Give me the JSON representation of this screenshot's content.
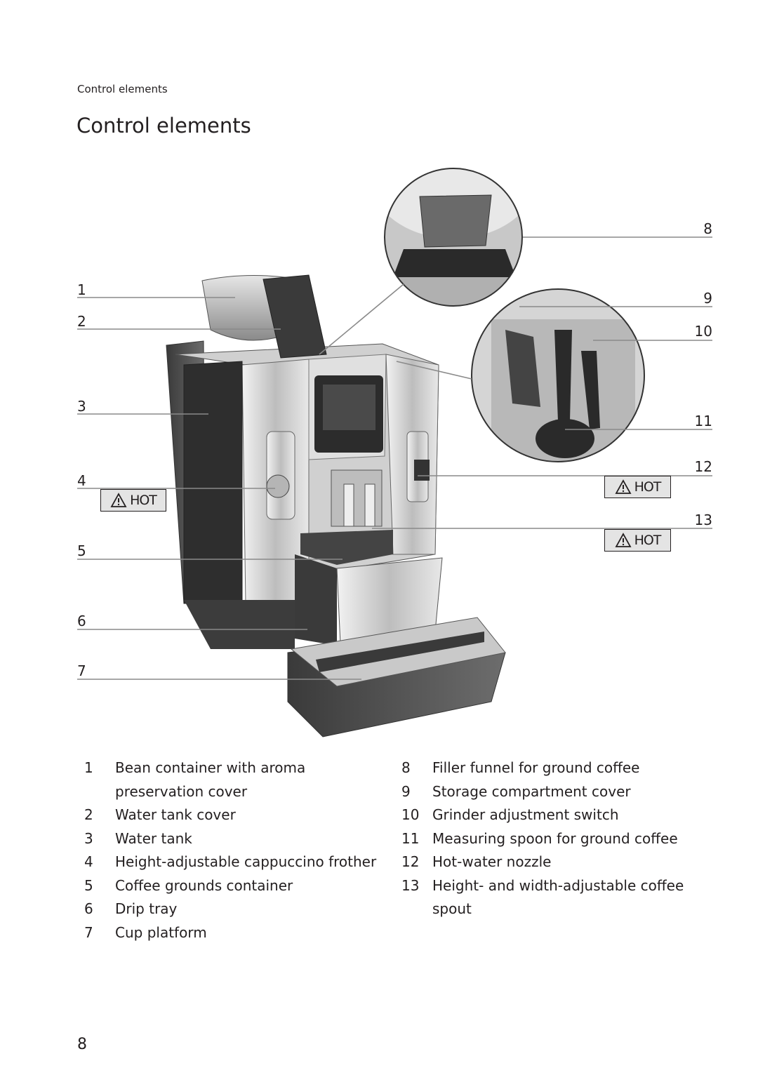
{
  "header": {
    "running_title": "Control elements"
  },
  "page_title": "Control elements",
  "callouts": [
    "1",
    "2",
    "3",
    "4",
    "5",
    "6",
    "7",
    "8",
    "9",
    "10",
    "11",
    "12",
    "13"
  ],
  "hot_label": "HOT",
  "legend_left": [
    {
      "num": "1",
      "text": "Bean container with aroma preservation cover"
    },
    {
      "num": "2",
      "text": "Water tank cover"
    },
    {
      "num": "3",
      "text": "Water tank"
    },
    {
      "num": "4",
      "text": "Height-adjustable cappuccino frother"
    },
    {
      "num": "5",
      "text": "Coffee grounds container"
    },
    {
      "num": "6",
      "text": "Drip tray"
    },
    {
      "num": "7",
      "text": "Cup platform"
    }
  ],
  "legend_right": [
    {
      "num": "8",
      "text": "Filler funnel for ground coffee"
    },
    {
      "num": "9",
      "text": "Storage compartment cover"
    },
    {
      "num": "10",
      "text": "Grinder adjustment switch"
    },
    {
      "num": "11",
      "text": "Measuring spoon for ground coffee"
    },
    {
      "num": "12",
      "text": "Hot-water nozzle"
    },
    {
      "num": "13",
      "text": "Height- and width-adjustable coffee spout"
    }
  ],
  "page_number": "8"
}
